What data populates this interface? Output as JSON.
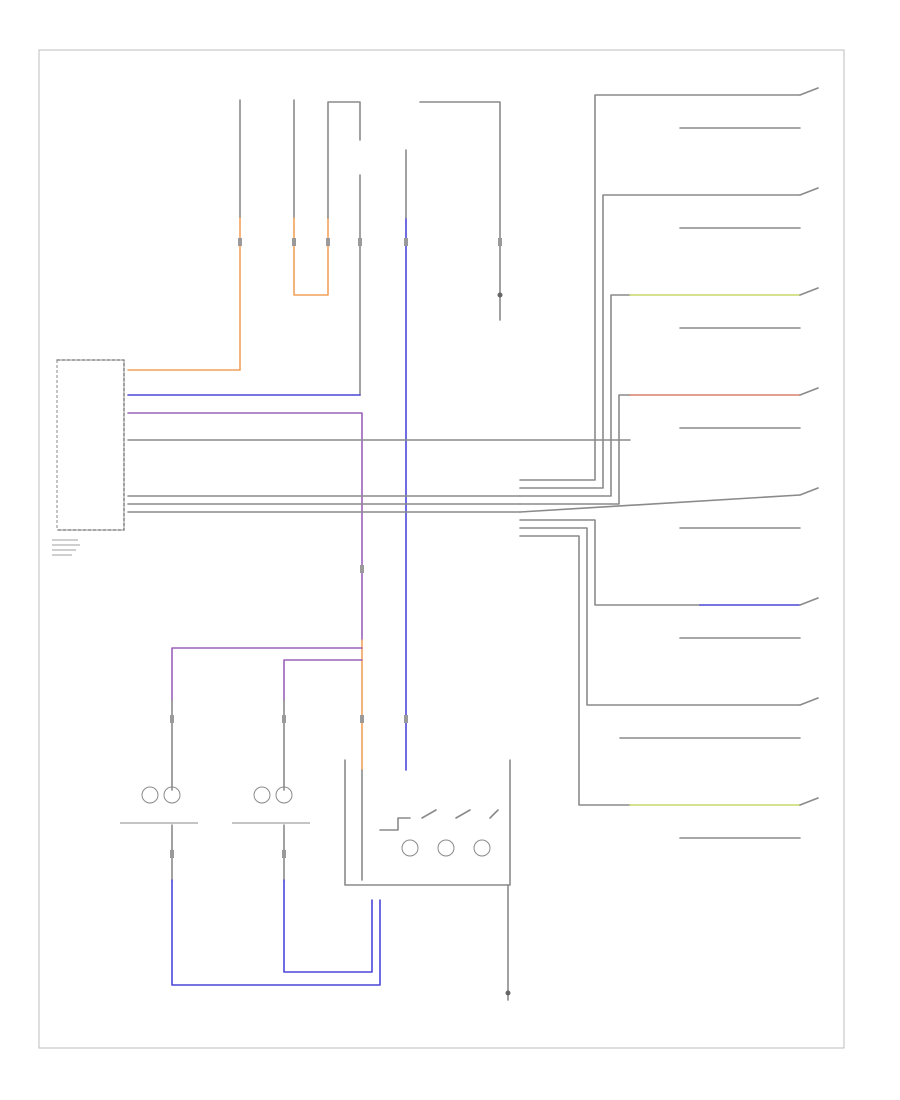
{
  "footer": {
    "code": ""
  },
  "colors": {
    "black_wire": "#8a8a8a",
    "orange_wire": "#f2a15a",
    "blue_wire": "#4a47d8",
    "violet_wire": "#9a62b8",
    "yellow_wire": "#c9d86a",
    "brown_wire": "#d9826b"
  },
  "components": [
    "module-left",
    "ground-center",
    "ground-bottom",
    "lamp-1",
    "lamp-2",
    "lamp-cluster",
    "door-switch-1",
    "door-switch-2",
    "door-switch-3",
    "door-switch-4",
    "door-switch-5",
    "door-switch-6",
    "door-switch-7",
    "door-switch-8"
  ]
}
